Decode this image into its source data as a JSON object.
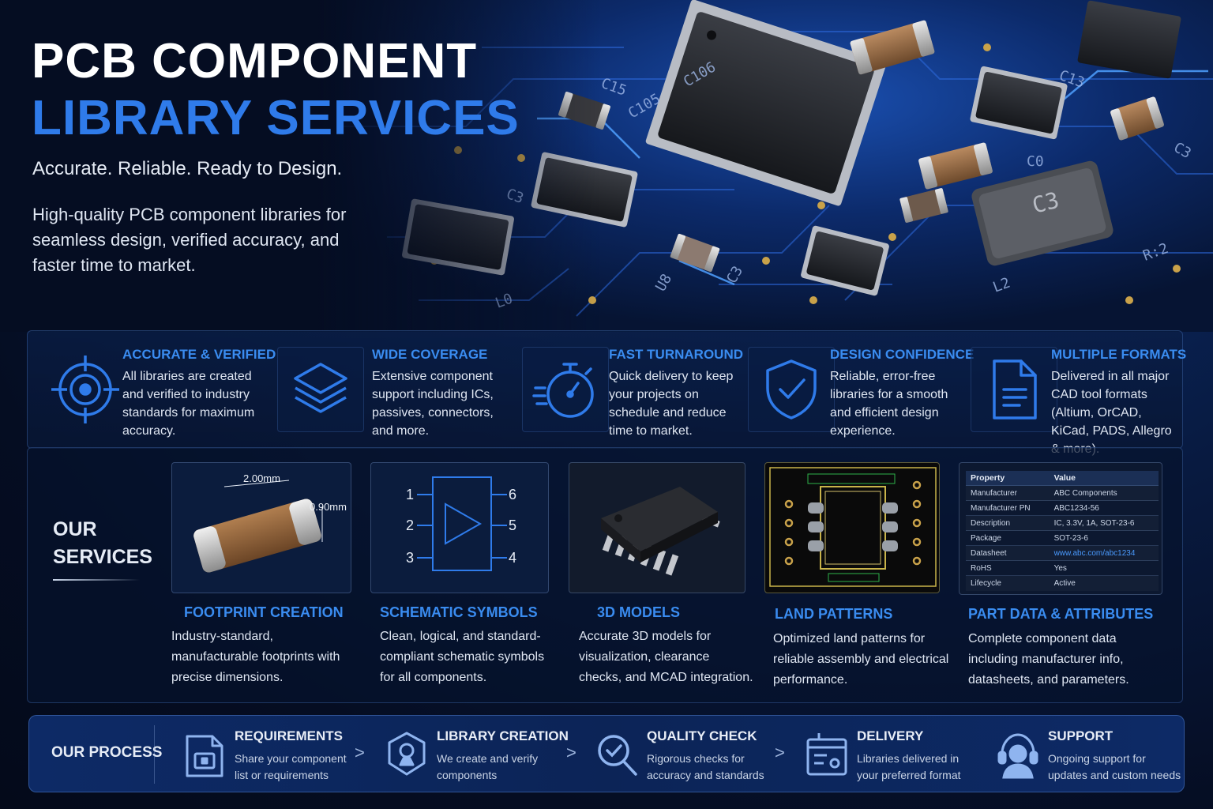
{
  "hero": {
    "title_line1": "PCB COMPONENT",
    "title_line2": "LIBRARY SERVICES",
    "tagline": "Accurate. Reliable. Ready to Design.",
    "intro": "High-quality PCB component libraries for seamless design, verified accuracy, and faster time to market.",
    "board_labels": [
      "C15",
      "C105",
      "C106",
      "C13",
      "C3",
      "C0",
      "C3",
      "U8",
      "C3",
      "L0",
      "L2",
      "R:2",
      "C3"
    ]
  },
  "features": [
    {
      "icon": "target-icon",
      "title": "ACCURATE & VERIFIED",
      "desc": "All libraries are created and verified to industry standards for maximum accuracy."
    },
    {
      "icon": "layers-icon",
      "title": "WIDE COVERAGE",
      "desc": "Extensive component support including ICs, passives, connectors, and more."
    },
    {
      "icon": "stopwatch-icon",
      "title": "FAST TURNAROUND",
      "desc": "Quick delivery to keep your projects on schedule and reduce time to market."
    },
    {
      "icon": "shield-check-icon",
      "title": "DESIGN CONFIDENCE",
      "desc": "Reliable, error-free libraries for a smooth and efficient design experience."
    },
    {
      "icon": "document-icon",
      "title": "MULTIPLE FORMATS",
      "desc": "Delivered in all major CAD tool formats (Altium, OrCAD, KiCad, PADS, Allegro & more)."
    }
  ],
  "services": {
    "heading_line1": "OUR",
    "heading_line2": "SERVICES",
    "items": [
      {
        "title": "FOOTPRINT CREATION",
        "desc": "Industry-standard, manufacturable footprints with precise dimensions."
      },
      {
        "title": "SCHEMATIC SYMBOLS",
        "desc": "Clean, logical, and standard-compliant schematic symbols for all components."
      },
      {
        "title": "3D MODELS",
        "desc": "Accurate 3D models for visualization, clearance checks, and MCAD integration."
      },
      {
        "title": "LAND PATTERNS",
        "desc": "Optimized land patterns for reliable assembly and electrical performance."
      },
      {
        "title": "PART DATA & ATTRIBUTES",
        "desc": "Complete component data including manufacturer info, datasheets, and parameters."
      }
    ],
    "footprint": {
      "dim_length": "2.00mm",
      "dim_height": "0.90mm"
    },
    "symbol": {
      "pins_left": [
        "1",
        "2",
        "3"
      ],
      "pins_right": [
        "6",
        "5",
        "4"
      ]
    },
    "attributes": {
      "headers": [
        "Property",
        "Value"
      ],
      "rows": [
        [
          "Manufacturer",
          "ABC Components"
        ],
        [
          "Manufacturer PN",
          "ABC1234-56"
        ],
        [
          "Description",
          "IC, 3.3V, 1A, SOT-23-6"
        ],
        [
          "Package",
          "SOT-23-6"
        ],
        [
          "Datasheet",
          "www.abc.com/abc1234"
        ],
        [
          "RoHS",
          "Yes"
        ],
        [
          "Lifecycle",
          "Active"
        ]
      ]
    }
  },
  "process": {
    "label": "OUR PROCESS",
    "steps": [
      {
        "icon": "upload-document-icon",
        "title": "REQUIREMENTS",
        "desc_line1": "Share your component",
        "desc_line2": "list or requirements"
      },
      {
        "icon": "hexagon-component-icon",
        "title": "LIBRARY CREATION",
        "desc_line1": "We create and verify",
        "desc_line2": "components"
      },
      {
        "icon": "magnifier-check-icon",
        "title": "QUALITY CHECK",
        "desc_line1": "Rigorous checks for",
        "desc_line2": "accuracy and standards"
      },
      {
        "icon": "delivery-icon",
        "title": "DELIVERY",
        "desc_line1": "Libraries delivered in",
        "desc_line2": "your preferred format"
      },
      {
        "icon": "headset-support-icon",
        "title": "SUPPORT",
        "desc_line1": "Ongoing support for",
        "desc_line2": "updates and custom needs"
      }
    ],
    "chevron": ">"
  },
  "colors": {
    "accent": "#2f7bea",
    "accent_light": "#3a8cf0",
    "background": "#050d22",
    "panel": "#0c2457"
  }
}
